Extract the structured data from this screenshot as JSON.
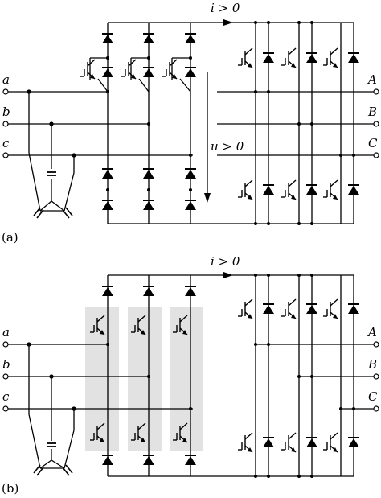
{
  "figure": {
    "panel_a": {
      "caption": "(a)",
      "current_label": "i > 0",
      "voltage_label": "u > 0",
      "input_terminals": [
        "a",
        "b",
        "c"
      ],
      "output_terminals": [
        "A",
        "B",
        "C"
      ]
    },
    "panel_b": {
      "caption": "(b)",
      "current_label": "i > 0",
      "input_terminals": [
        "a",
        "b",
        "c"
      ],
      "output_terminals": [
        "A",
        "B",
        "C"
      ]
    }
  }
}
